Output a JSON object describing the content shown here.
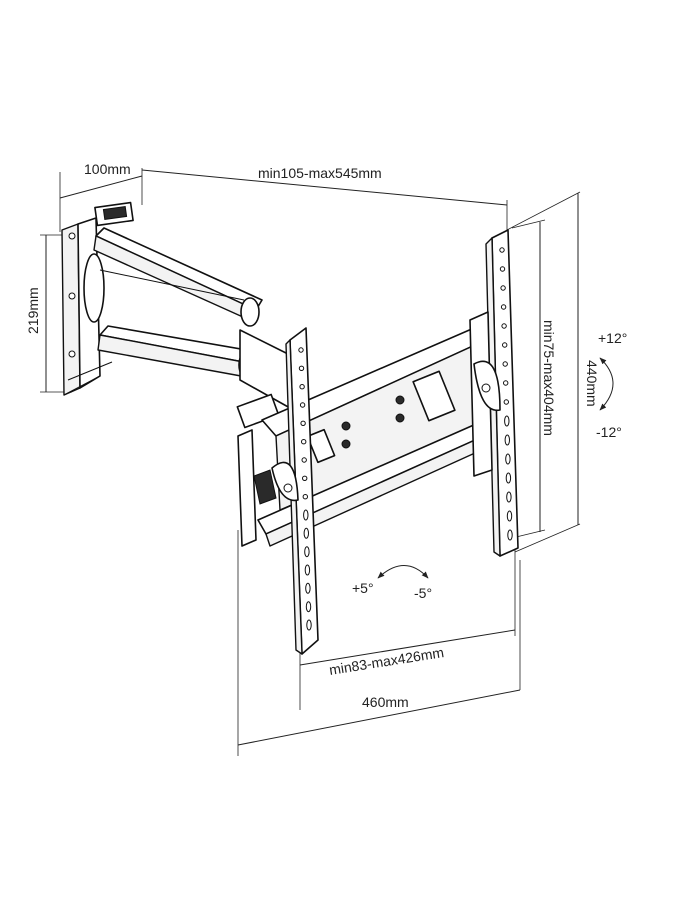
{
  "dimensions": {
    "wall_plate_depth": "100mm",
    "arm_extension": "min105-max545mm",
    "wall_plate_height": "219mm",
    "vertical_hole_spacing": "min75-max404mm",
    "bracket_height": "440mm",
    "horizontal_hole_spacing": "min83-max426mm",
    "bracket_width": "460mm"
  },
  "tilt": {
    "up": "+12°",
    "down": "-12°"
  },
  "swivel": {
    "left": "+5°",
    "right": "-5°"
  },
  "colors": {
    "line": "#222222",
    "fill": "#ffffff",
    "shade": "#f3f3f3"
  }
}
